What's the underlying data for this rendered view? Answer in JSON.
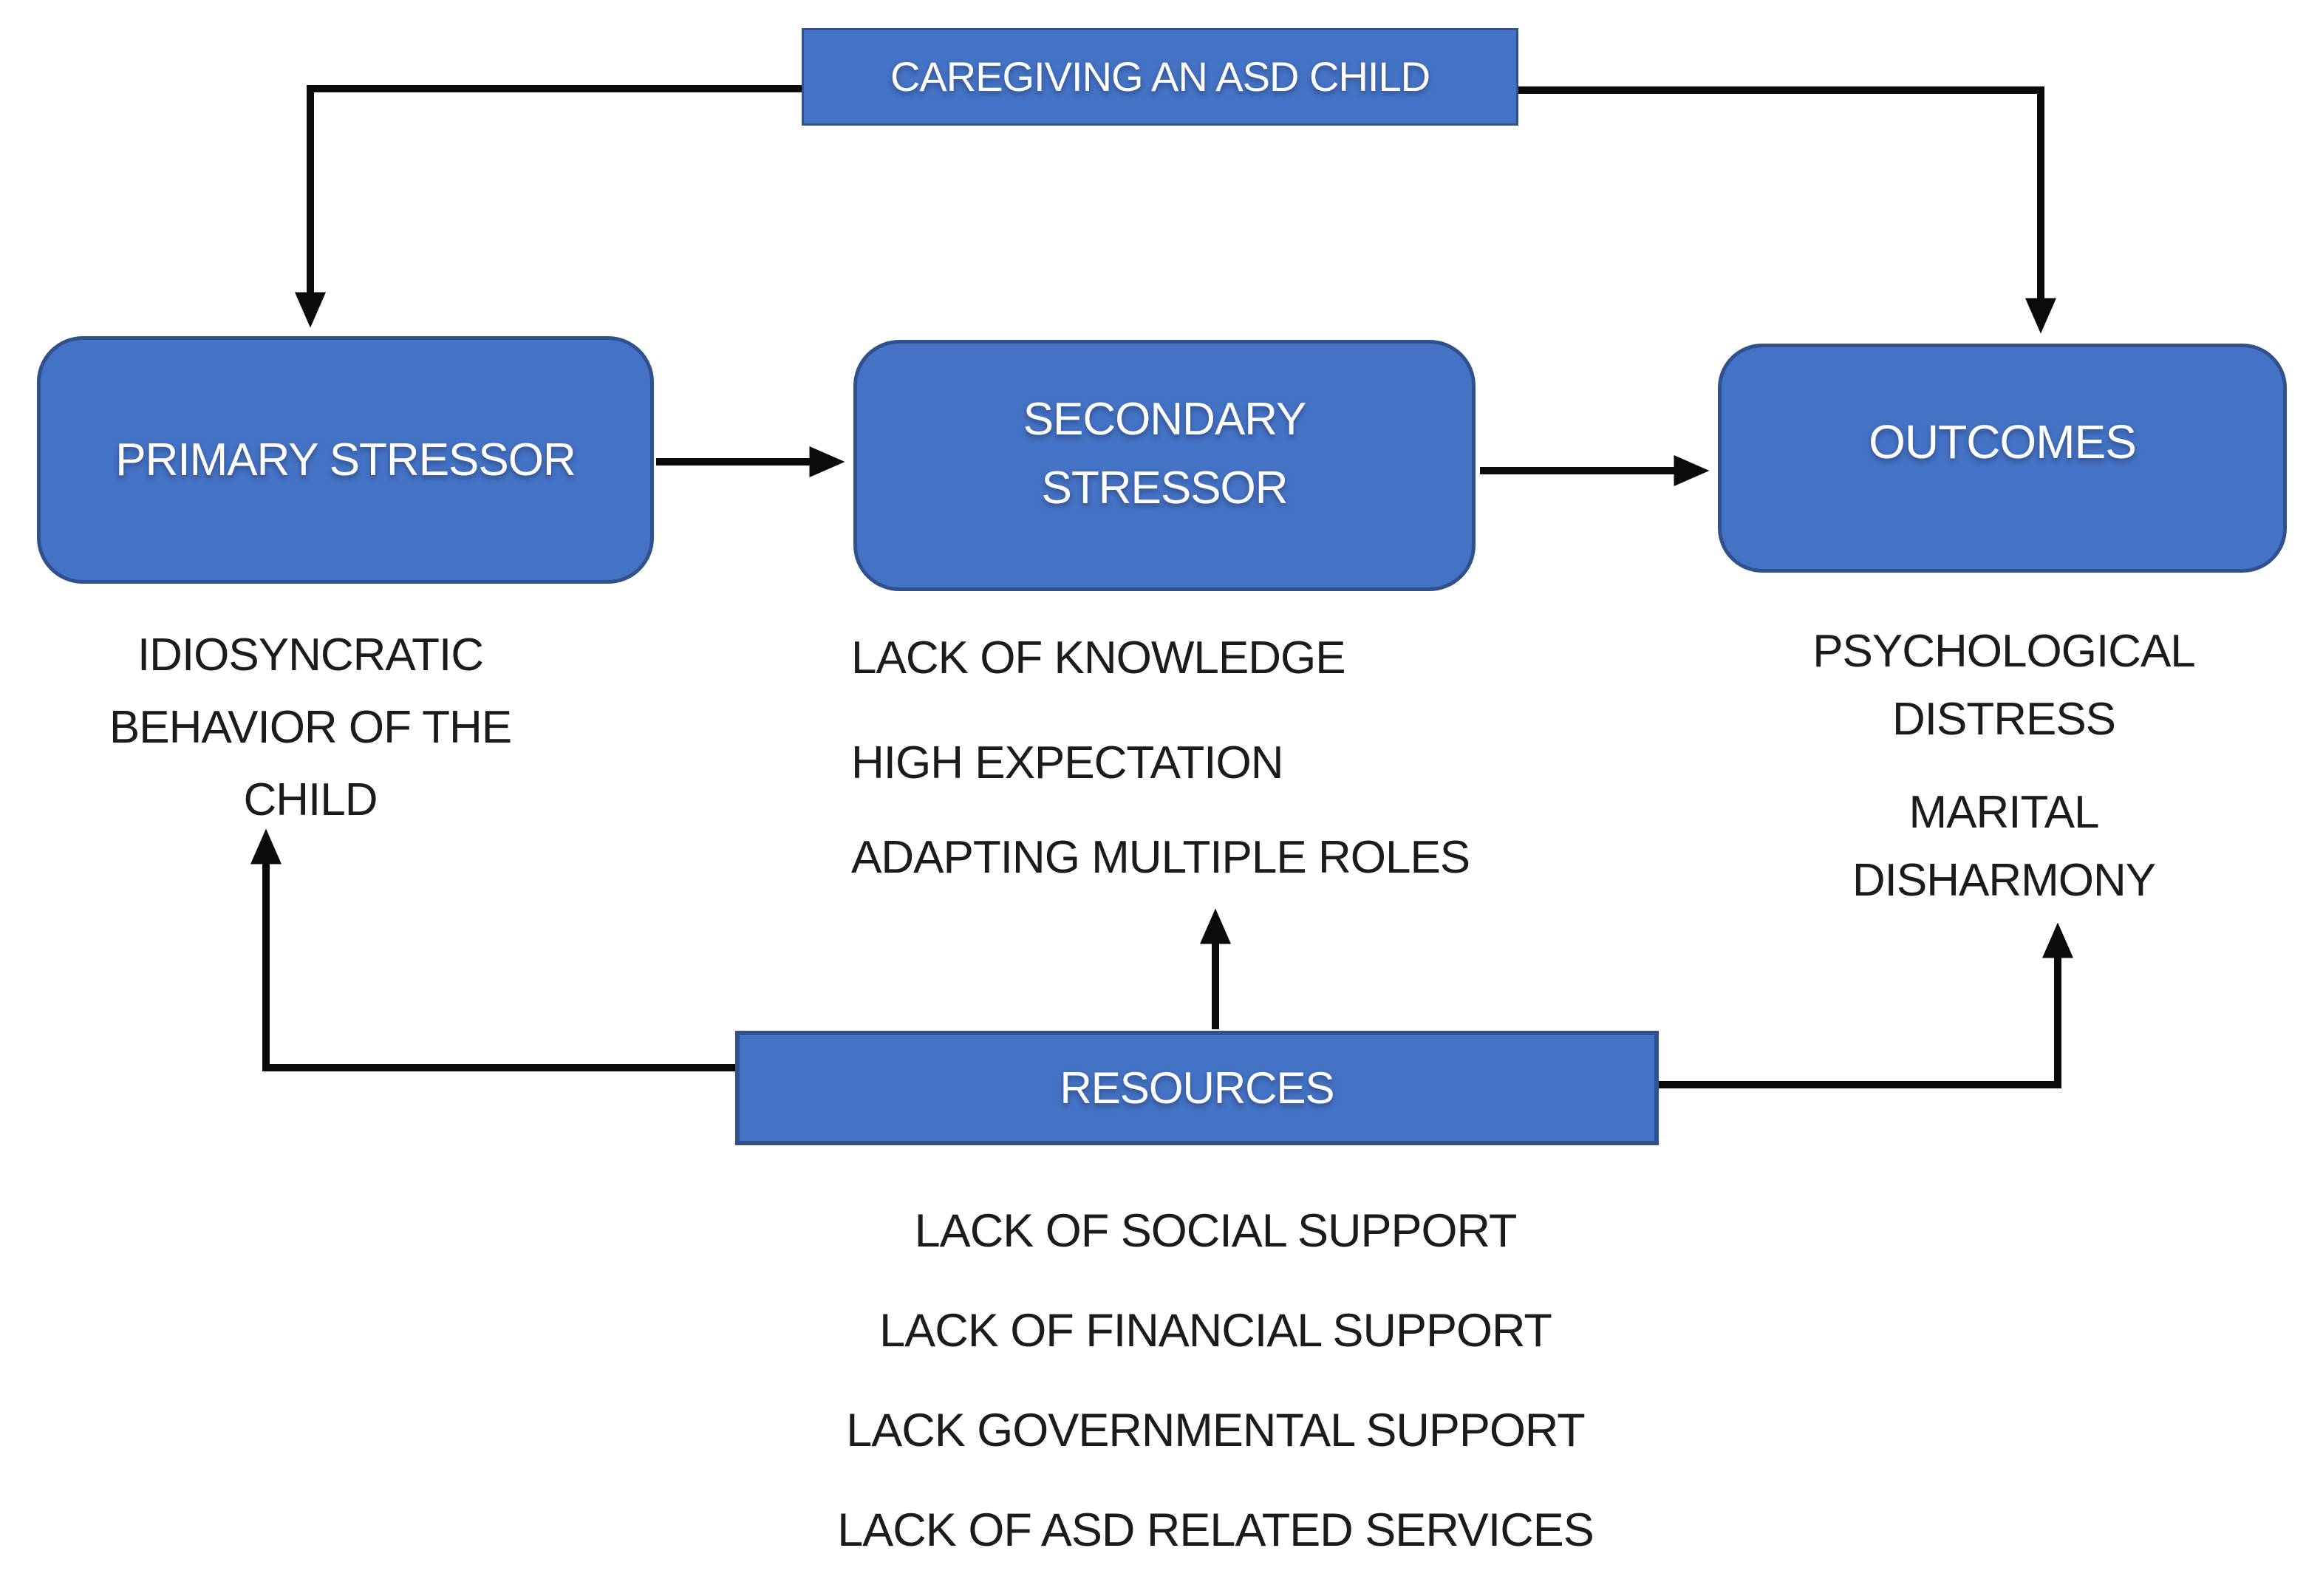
{
  "diagram": {
    "top_box": {
      "label": "CAREGIVING AN ASD CHILD"
    },
    "primary_box": {
      "label": "PRIMARY STRESSOR"
    },
    "secondary_box": {
      "label": "SECONDARY STRESSOR"
    },
    "outcomes_box": {
      "label": "OUTCOMES"
    },
    "resources_box": {
      "label": "RESOURCES"
    },
    "primary_details": {
      "lines": [
        "IDIOSYNCRATIC",
        "BEHAVIOR OF THE",
        "CHILD"
      ]
    },
    "secondary_details": {
      "items": [
        "LACK OF KNOWLEDGE",
        "HIGH EXPECTATION",
        "ADAPTING MULTIPLE ROLES"
      ]
    },
    "outcomes_details": {
      "lines": [
        "PSYCHOLOGICAL",
        "DISTRESS",
        "MARITAL",
        "DISHARMONY"
      ]
    },
    "resources_details": {
      "items": [
        "LACK OF SOCIAL SUPPORT",
        "LACK OF FINANCIAL SUPPORT",
        "LACK GOVERNMENTAL SUPPORT",
        "LACK OF ASD RELATED SERVICES"
      ]
    }
  },
  "colors": {
    "box_fill": "#4472C4",
    "box_border": "#2F528F",
    "arrow": "#0a0a0a",
    "text": "#1b1b1b",
    "background": "#ffffff"
  }
}
